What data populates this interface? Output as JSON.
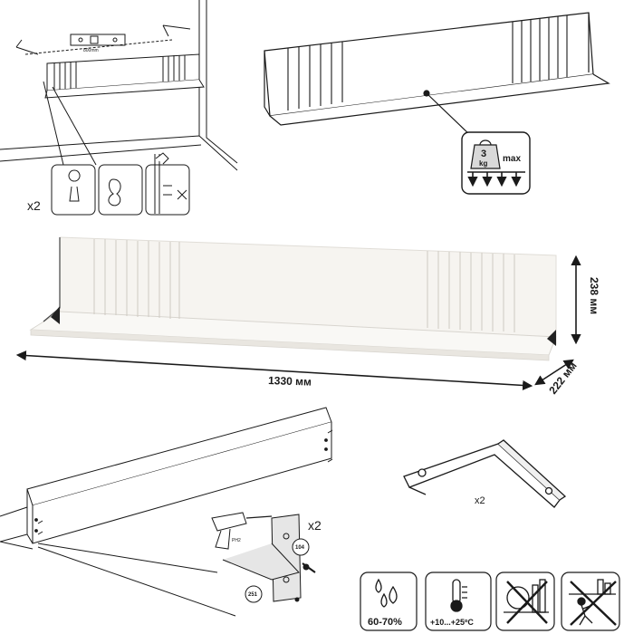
{
  "wall_install": {
    "level_mark": "800mm",
    "hole_types_count": "x2"
  },
  "load": {
    "weight": "3",
    "unit": "kg",
    "max": "max"
  },
  "dimensions": {
    "width": "1330 мм",
    "height": "238 мм",
    "depth": "222 мм"
  },
  "assembly": {
    "screw_count": "x2",
    "bit": "PH2",
    "part_a": "104",
    "part_b": "251"
  },
  "bracket": {
    "count": "x2"
  },
  "conditions": {
    "humidity": "60-70%",
    "temperature": "+10...+25ºC"
  },
  "colors": {
    "line": "#1a1a1a",
    "panel": "#f4f2ee",
    "panel_edge": "#d8d5cf"
  }
}
